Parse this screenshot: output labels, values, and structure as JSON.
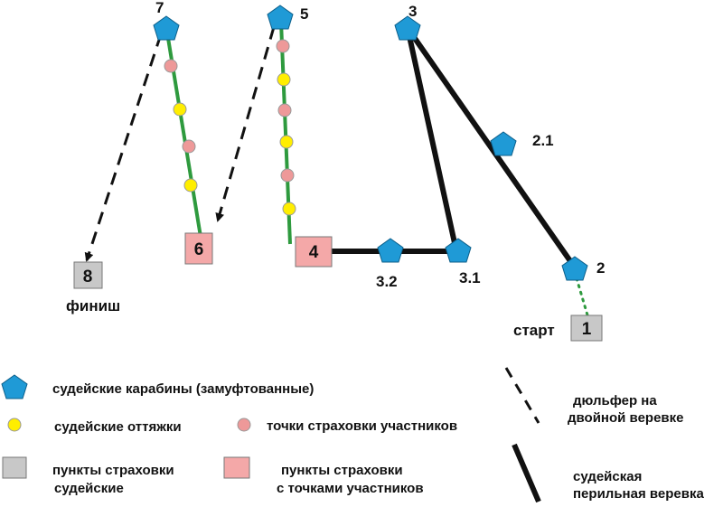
{
  "colors": {
    "carabiner": "#1f9ad6",
    "belay_judge": "#c8c8c8",
    "belay_participant": "#f4a8a8",
    "deviation": "#ffee00",
    "point": "#ee9999",
    "rope_green": "#2e9a3e",
    "rope_black": "#111111"
  },
  "nodes": {
    "n1": "1",
    "n2": "2",
    "n2_1": "2.1",
    "n3": "3",
    "n3_1": "3.1",
    "n3_2": "3.2",
    "n4": "4",
    "n5": "5",
    "n6": "6",
    "n7": "7",
    "n8": "8"
  },
  "labels": {
    "start": "старт",
    "finish": "финиш"
  },
  "legend": {
    "carabiners": "судейские  карабины (замуфтованные)",
    "deviations": "судейские оттяжки",
    "points": "точки страховки участников",
    "judge_belay_1": "пункты страховки",
    "judge_belay_2": "судейские",
    "part_belay_1": "пункты страховки",
    "part_belay_2": "с точками участников",
    "rappel_1": "дюльфер на",
    "rappel_2": "двойной веревке",
    "fixed_1": "судейская",
    "fixed_2": "перильная веревка"
  }
}
